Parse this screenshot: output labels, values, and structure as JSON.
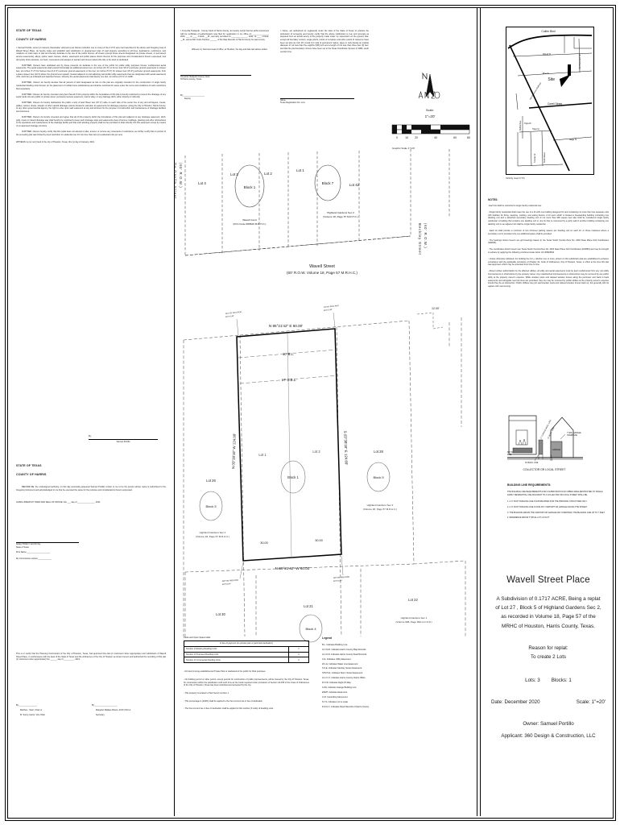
{
  "sheet": {
    "title": "Wavell Street Place",
    "subtitle_lines": [
      "A Subdivision of 0.1717 ACRE, Being a replat",
      "of Lot 27 , Block 5 of Highland Gardens Sec 2,",
      "as recorded in Volume 18, Page 57 of the",
      "MRHC of Houston, Harris County, Texas."
    ],
    "reason_label": "Reason for replat:",
    "reason_value": "To create 2 Lots",
    "lots_label": "Lots: 3",
    "blocks_label": "Blocks: 1",
    "date_label": "Date: December  2020",
    "scale_label": "Scale: 1\"=20'",
    "owner_label": "Owner: Samuel Portillo",
    "applicant_label": "Applicant: 360 Design & Construction, LLC"
  },
  "dedication": {
    "state_heading": "STATE OF TEXAS",
    "county_heading": "COUNTY OF HARRIS",
    "p1": "I, Samuel Portillo, owner (or owners) (hereinafter referred to) as Owners (whether one or more) of the 0.1717 acre tract described in the above and foregoing map of Wavell Street Place, do hereby make and establish said subdivision or development plan of said property according to all lines, dedications, restrictions, and notations on said maps or plat and thereby dedicate to the use of the public forever, all streets (except those streets designated as private streets, or permanent access easements), alleys, parks, water courses, drains, easements and public places shown thereon for the purposes and considerations therein expressed; and do hereby bind ourselves, our heirs, successors and assigns to warrant and forever defend the title or the land so dedicated.",
    "p2": "FURTHER, Owners have dedicated and by these presents do dedicate to the use of the public for public utility purposes forever unobstructed aerial easements. The aerial easements shall extend horizontally an additional eleven feet, six inches (11'-6\") to for ten feet (10'-0\") perimeter ground easements or sixteen feet, six inches (7'-3\") for fourteen feet (14'-0\") perimeter ground easements or five feet, six inches (5'-6\") for sixteen feet (16'-0\") perimeter ground easements, from a plane sixteen feet (16 ft) above the ground level upward, located adjacent to and adjoining said public utility easements that are designated with aerial easements (U.E. and A.E.) as indicated and depicted hereon, whereby the aerial easements total twenty one feet, six inches (21'-6\") in width.",
    "p3": "FURTHER, Owners do hereby declare that all parcels of land designated as lots on this plat are originally intended for the construction of single family residential dwelling units thereon (or the placement of mobile home subdivisions) and shall be restricted for same under the terms and conditions of such restrictions filed separately.",
    "p4": "FURTHER, Owners do hereby covenant and grant that all of this property within the boundaries of this plat is hereby restricted to prevent the drainage of any septic tanks into any public or private street, permanent access easement, road or alley, or any drainage ditch, either directly or indirectly.",
    "p5": "FURTHER, Owners do hereby dedications the public a strip of land fifteen feet (15' 0\") wide on each side of the center line of any and all bayous, creeks, gullies, ravines, draws, sloughs or other natural drainage courses located in said plat, as easements for drainage purposes, giving the City of Houston, Harris County, or any other governmental agency, the right to enter upon said easement at any and all times for the purpose of construction and maintenance of drainage facilities and structures.",
    "p6": "FURTHER, Owners do hereby covenant and agree that all of this property within the boundaries of this plat and adjacent to any drainage easement, ditch, gully, creek or natural drainage way shall hereby be restricted to keep such drainage ways and easements clear of fences, buildings, planting and other obstructions to the operations and maintenance of the drainage facility and that such abutting property shall not be permitted to drain directly into this easement except by means of an approved drainage structure.",
    "p7": "FURTHER, Owners hereby certify that this replat does not attempt to alter, amend, or remove any covenants or restrictions, we further certify that no portion of the preceding plat was limited by deed restriction to residential use for not more than two (2) residential units per acre.",
    "witness": "WITNESS my (or our) hand in the city of Houston, Texas, this (x) day of January, 2021.",
    "by_label": "By:",
    "by_name": "Samuel Portillo"
  },
  "notary": {
    "state_heading": "STATE OF TEXAS",
    "county_heading": "COUNTY OF HARRIS",
    "body": "BEFORE ME, the undersigned authority, on this day personally appeared Samuel Portillo, known to me to be the person whose name is subscribed to the foregoing instrument and acknowledged to me that he executed the same for the purpose and considerations therein expressed.",
    "given": "GIVEN UNDER MY HAND AND SEAL OF OFFICE, this ___ day of _______________, 2021.",
    "line1": "Notary Public in and for the",
    "line2": "State of Texas",
    "line3": "Print Name:_____________________",
    "line4": "My Commission expires:____________"
  },
  "commission": {
    "body": "This is to certify that the Planning Commission of the City of Houston, Texas, has approved this plat (or instrument when appropriate) and subdivision of Wavell Street Place, in conformance with the laws of the State of Texas and the ordinances of the City of Houston as shown hereon and authorized the recording of this plat (or instrument when appropriate) this ______ day of _________, 2021.",
    "by1": "By:________________",
    "by1_name": "Martha L. Stein, Chair or",
    "by1_name2": "M. Sonny Garza, Vice Chair",
    "by2": "By:____________________",
    "by2_name": "Margaret Wallace Brown, AICP, CNU-A",
    "by2_name2": "Secretary"
  },
  "county_clerk": {
    "body": "I, Teneshia Hudspeth , County Clerk of Harris County, do hereby certify that the within instrument with its certificate of authentication was filed for registration in my office on ______________, 2021, ___ at ____ o'clock, __M., and duly recorded on ______________, 2021, at ____ o'clock, __M., and at Film Code Number ______ of the Map Records of Harris County for said county.",
    "witness": "Witness my hand and seal of office, at Houston, the day and date last above written.",
    "name_line": "Teneshia Hudspeth County Clerk",
    "name_line2": "Of Harris County, Texas",
    "by_label": "By:___________________",
    "deputy": "Deputy"
  },
  "surveyor": {
    "body": "I, Name, am authorized (or registered) under the laws of the State of Texas to practice the profession of surveying and hereby certify that the above subdivision is true and accurate as prepared from an actual survey of the property made under my supervision on the ground; that, except all boundary corners, angle points, points of curvature and other points of reference have been set also six inch (6\") round iron rods of permanent nature; pipes or rods having an outside diameter of not less than five eighths (5/8) inch and a length of not less than three feet (3) feet; and that the plat boundary corners have been set to the Texas Coordinate System of 1983, south central zone.",
    "name_label": "Name",
    "reg_label": "Texas Registration No. xxxx"
  },
  "north": {
    "scale_label": "Scale:",
    "scale_value": "1\"=20'",
    "graphic_label": "Graphic Scale  1\"=20'",
    "ticks": [
      "0",
      "10",
      "20",
      "40",
      "60",
      "80"
    ]
  },
  "vicinity": {
    "caption": "Vicinity map N.T.S.",
    "roads": [
      "Cullen Blvd",
      "Cavell Street",
      "Wavell St",
      "Pine St",
      "Tipps Dr",
      "Tipps St",
      "Stage St",
      "Old Galveston Rd",
      "Bellfort Ave"
    ],
    "site_label": "Site"
  },
  "plat_upper": {
    "street_bottom": "Wavell Street",
    "street_bottom_sub": "(60' R.O.W. Volume 18, Page 57 M.R.H.C.)",
    "street_left": "De Gaulle Street",
    "street_left_sub": "(60' R.O.W.)",
    "street_right": "Beckley Street",
    "street_right_sub": "(60' R.O.W.)",
    "lots": [
      "Lot 4",
      "Lot 3",
      "Lot 2",
      "Lot 1",
      "Lot 42"
    ],
    "blocks": [
      "Block 1",
      "Block 7"
    ],
    "ref1": "Wavell Court",
    "ref1b": "(Film Code 680620 M.R.H.C.)",
    "ref2": "Highland Gardens Sec 2",
    "ref2b": "(Volume 18, Page 57 M.R.H.C.)"
  },
  "plat_main": {
    "bearing_top": "N 86°21'42\" E 60.00'",
    "bearing_bottom": "N 86°21'42\" W 60.00'",
    "bearing_left": "N 03°38'18\" W 124.00'",
    "bearing_right": "S 03°38'18\" E 124.69'",
    "bl_label": "10' B.L.",
    "gbl_label": "17' G.B.L.",
    "lot1": "Lot 1",
    "lot2": "Lot 2",
    "block": "Block 1",
    "dim_30a": "30.00",
    "dim_30b": "30.00",
    "dim_1200": "12.00'",
    "neighbors": [
      {
        "lot": "Lot 26",
        "block": "Block 5",
        "ref": "Highland Gardens Sec 2",
        "ref2": "(Volume 18, Page 57 M.R.H.C.)"
      },
      {
        "lot": "Lot 28",
        "block": "Block 5",
        "ref": "Highland Gardens Sec 2",
        "ref2": "(Volume 18, Page 57 M.R.H.C.)"
      },
      {
        "lot": "Lot 30",
        "block": "",
        "ref": "",
        "ref2": ""
      },
      {
        "lot": "Lot 21",
        "block": "Block 4",
        "ref": "",
        "ref2": ""
      },
      {
        "lot": "Lot 22",
        "block": "",
        "ref": "Highland Gardens Sec 1",
        "ref2": "(Volume 998, Page 399 H.C.D.R.)"
      }
    ],
    "corner_notes": [
      "FD 5/8\" IRON ROD\nX=3,118,000.00\nY=13,800,000.00",
      "SET 5/8\" IRON ROD\nWITH CAP"
    ]
  },
  "parks": {
    "caption": "Parks and Open Space table",
    "header": "In lieu of payment (no private park or park land dedication)",
    "rows": [
      {
        "label": "Number of Existing Dwelling Units",
        "value": "1"
      },
      {
        "label": "Number of Proposed Dwelling Units",
        "value": "2"
      },
      {
        "label": "Number of Incremental Dwelling Units",
        "value": "2"
      }
    ],
    "notes": [
      "- No land is being established as Private Park or dedicated to the public for Park purposes.",
      "- No building permit or other permit, except permits for construction of public improvements, will be issued by the City of Houston, Texas, for construction within the subdivision until such time as the funds required under provisions of Section 42-253 of the Code of Ordinances of the City of Houston, Texas has been submitted and accepted by the city.",
      "- This property is located in Park Sector number 1",
      "- This percentage is (100%) shall be applied to the then-current fee in lieu of dedication",
      "- The then-current fee in lieu of dedication shall be applied to this number (3 units) of dwelling units."
    ]
  },
  "legend": {
    "heading": "Legend",
    "items": [
      "B.L.  Indicates Building Line.",
      "H.C.M.R. indicates Harris County Map Records.",
      "H.C.D.R. indicates Harris County Deed Records.",
      "U.E. Indicates Utility Easement.",
      "W.L.E. Indicates Water Line Easement.",
      "S.S.E. Indicates Sanitary Sewer Easement.",
      "STM.S.E. indicates Storm Sewer Easement.",
      "H.C.C.O. indicates Harris County Clerks Office.",
      "R.O.W. Indicates Right-Of-Way.",
      "G.B.L indicates Garage Building Line.",
      "ESMT. indicates Easement.",
      "C.M. Controlling Monument.",
      "N.T.S. indicates not to scale",
      "D.R.H.C. indicates Deed Records of Harris County."
    ]
  },
  "notes": {
    "heading": "NOTES:",
    "items": [
      "- Each lot shall be restricted to single family residential use.",
      "- Single family residential shall mean the use of a lot with one building designed for and containing not more than two separate units with facilities for living, sleeping, cooking, and eating therein. A lot upon which is located a freestanding building containing one dwelling unit and a detached secondary dwelling unit of not more than 900 square feet also shall be considered single family residential. A building that contains one dwelling unit or one lot that is connected by a party wall to another building containing one dwelling unit on an adjacent lot shall be single family residential.",
      "- Each lot shall provide a minimum of two off-street parking spaces per dwelling unit on each lot. In those instances where a secondary unit is provided only one additional space shall be provided.",
      "- The bearings shown hereon are grid bearings based on the Texas South Central Zone No. 4204 State Plane Grid Coordinates (NAD83).",
      "- The coordinates shown hereon are Texas South Central Zone No. 4204 State Plane Grid Coordinates (NAD83) and may be brought to surface by applying the following combined scale factor of 0.99993634",
      "- Unless otherwise indicated, the building line (b.l.), whether one or more, shown on this subdivision plat are established to enhance compliance with the applicable provisions of Chapter 42, Code of Ordinances, City of Houston, Texas, in effect at the time this plat was approved, which may be amended from time to time.",
      "- Absent written authorization by the affected utilities, all utility and aerial easements must be kept unobstructed from any non-utility improvements or obstructions by the property owner. Any unauthorized improvements or obstructions may be removed by any public utility at the property owner's expense. While wooden posts and caissed wooden fences along the perimeter and back to back easements and alongside rear lots lines are permitted, they too may be removed by public utilities at the property owner's expense should they be an obstruction. Public Utilities may put said wooden posts and caissed wooden fences back up, but generally will not replace with new fencing."
    ]
  },
  "building_req": {
    "diagram_caption": "COLLECTOR OR LOCAL STREET",
    "labels": [
      "7' MIN. GARAGE OVERHANG",
      "17' GARAGE BLDG. LINE",
      "10' BLDG. LINE",
      "R.O.W.",
      "GARAGE"
    ],
    "heading": "BUILDING LINE REQUIREMENTS:",
    "intro": "THE BUILDING LINE REQUIREMENTS FOR A SUBDIVISION IN AN URBAN AREA RESTRICTED TO SINGLE FAMILY RESIDENTIAL USE ADJACENT TO A COLLECTOR OR LOCAL STREET SHALL BE:",
    "items": [
      "1. A 17 FOOT BUILDING LINE IS ESTABLISHED FOR THE PRINCIPAL STRUCTURE ONLY.",
      "2. A 17 FOOT BUILDING LINE IS FOR ANY CARPORT OR GARAGE FACING THE STREET.",
      "3. THE BUILDING ABOVE THE CARPORT OR GARAGE MAY OVERHANG THE BUILDING LINE UP TO 7 FEET.",
      "4. REFERENCE ABOVE TYPICAL LOT LAYOUT."
    ]
  }
}
